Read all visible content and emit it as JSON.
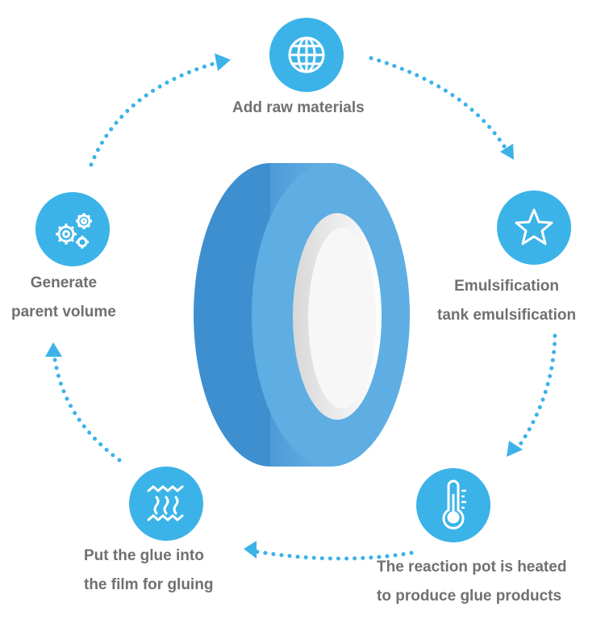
{
  "colors": {
    "accent": "#3bb3e8",
    "tape_face": "#5aa8df",
    "tape_side": "#4a9ad6",
    "label_text": "#707070"
  },
  "steps": [
    {
      "icon": "globe-icon",
      "lines": [
        "Add raw materials"
      ]
    },
    {
      "icon": "star-icon",
      "lines": [
        "Emulsification",
        "tank emulsification"
      ]
    },
    {
      "icon": "thermometer-icon",
      "lines": [
        "The reaction pot is heated",
        "to produce glue products"
      ]
    },
    {
      "icon": "heat-waves-icon",
      "lines": [
        "Put the glue into",
        "the film for gluing"
      ]
    },
    {
      "icon": "gears-icon",
      "lines": [
        "Generate",
        "parent volume"
      ]
    }
  ]
}
